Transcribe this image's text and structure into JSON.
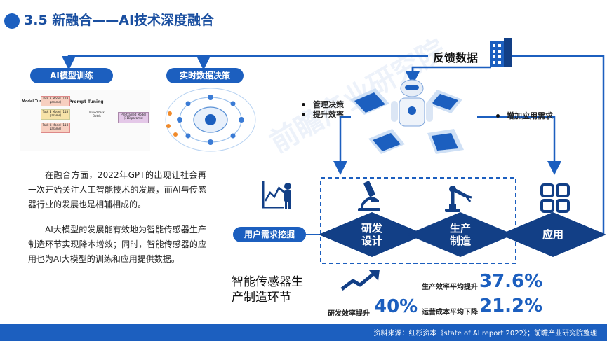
{
  "header": {
    "title": "3.5 新融合——AI技术深度融合"
  },
  "feedback": {
    "label": "反馈数据"
  },
  "pills": {
    "model_training": "AI模型训练",
    "realtime_decision": "实时数据决策"
  },
  "prompt_tuning": {
    "title_left": "Model Tuning",
    "title_right": "Prompt Tuning",
    "rows": [
      "Task A Model (11B params)",
      "Task B Model (11B params)",
      "Task C Model (11B params)"
    ],
    "center": "Mixed-task Batch",
    "right_box": "Pre-trained Model (11B params)"
  },
  "bullets": {
    "item1": "管理决策",
    "item2": "提升效率",
    "item3": "增加应用需求"
  },
  "paragraphs": {
    "p1": "在融合方面，2022年GPT的出现让社会再一次开始关注人工智能技术的发展，而AI与传感器行业的发展也是相辅相成的。",
    "p2": "AI大模型的发展能有效地为智能传感器生产制造环节实现降本增效；同时，智能传感器的应用也为AI大模型的训练和应用提供数据。"
  },
  "flow": {
    "user_demand": "用户需求挖掘",
    "rd_line1": "研发",
    "rd_line2": "设计",
    "prod_line1": "生产",
    "prod_line2": "制造",
    "app": "应用"
  },
  "section_label": {
    "line1": "智能传感器生",
    "line2": "产制造环节"
  },
  "stats": {
    "rd_label": "研发效率提升",
    "rd_value": "40%",
    "prod_label": "生产效率平均提升",
    "prod_value": "37.6%",
    "cost_label": "运营成本平均下降",
    "cost_value": "21.2%"
  },
  "watermark": "前瞻产业研究院",
  "footer": {
    "source": "资料来源：红杉资本《state of AI report 2022》；前瞻产业研究院整理"
  },
  "colors": {
    "brand_blue": "#1c5fbf",
    "dark_blue": "#123f86",
    "light_blue": "#e8f0fb"
  },
  "icons": {
    "title": "circle-bullet-icon",
    "feedback": "building-icon",
    "robot": "robot-with-monitors-icon",
    "presenter": "presenter-chart-icon",
    "microscope": "microscope-icon",
    "robot_arm": "robot-arm-icon",
    "apps": "app-grid-icon",
    "trend": "trend-up-arrow-icon"
  }
}
